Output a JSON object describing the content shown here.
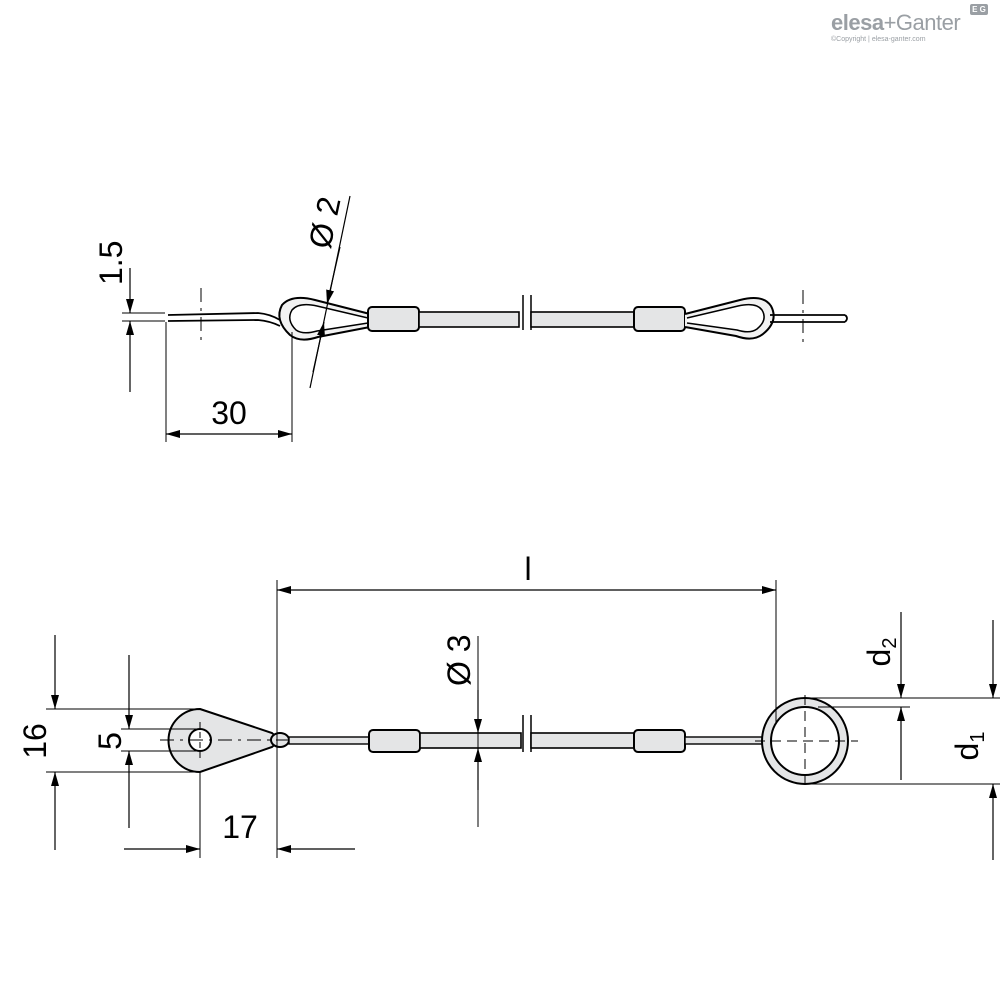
{
  "brand": {
    "name_part1": "elesa",
    "name_plus": "+",
    "name_part2": "Ganter",
    "copyright": "©Copyright | elesa-ganter.com",
    "badge": "E G"
  },
  "dimensions": {
    "top_view": {
      "thickness": "1.5",
      "wire_diameter": "Ø 2",
      "eye_offset": "30"
    },
    "bottom_view": {
      "length": "l",
      "cable_diameter": "Ø 3",
      "tab_width": "16",
      "hole_diameter": "5",
      "tab_length": "17",
      "ring_wire": "d",
      "ring_wire_sub": "2",
      "ring_outer": "d",
      "ring_outer_sub": "1"
    }
  },
  "colors": {
    "line": "#000000",
    "part_fill": "#e4e5e6",
    "brand_gray": "#9a9fa4"
  }
}
